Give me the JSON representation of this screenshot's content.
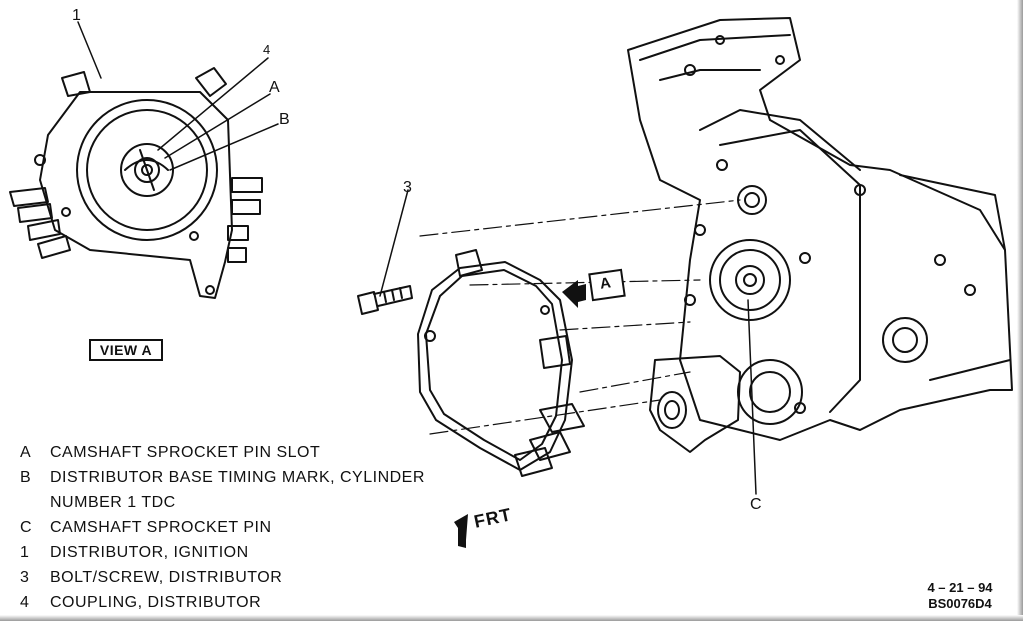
{
  "view_label": "VIEW A",
  "callouts": {
    "c1": "1",
    "c4": "4",
    "cA": "A",
    "cB": "B",
    "c3": "3",
    "cC": "C"
  },
  "arrow_view_label": "A",
  "front_label": "FRT",
  "legend": [
    {
      "key": "A",
      "text": "CAMSHAFT SPROCKET PIN SLOT"
    },
    {
      "key": "B",
      "text": "DISTRIBUTOR BASE TIMING MARK, CYLINDER\nNUMBER 1 TDC"
    },
    {
      "key": "C",
      "text": "CAMSHAFT SPROCKET PIN"
    },
    {
      "key": "1",
      "text": "DISTRIBUTOR, IGNITION"
    },
    {
      "key": "3",
      "text": "BOLT/SCREW, DISTRIBUTOR"
    },
    {
      "key": "4",
      "text": "COUPLING, DISTRIBUTOR"
    }
  ],
  "figure_date": "4 – 21 – 94",
  "figure_code": "BS0076D4"
}
